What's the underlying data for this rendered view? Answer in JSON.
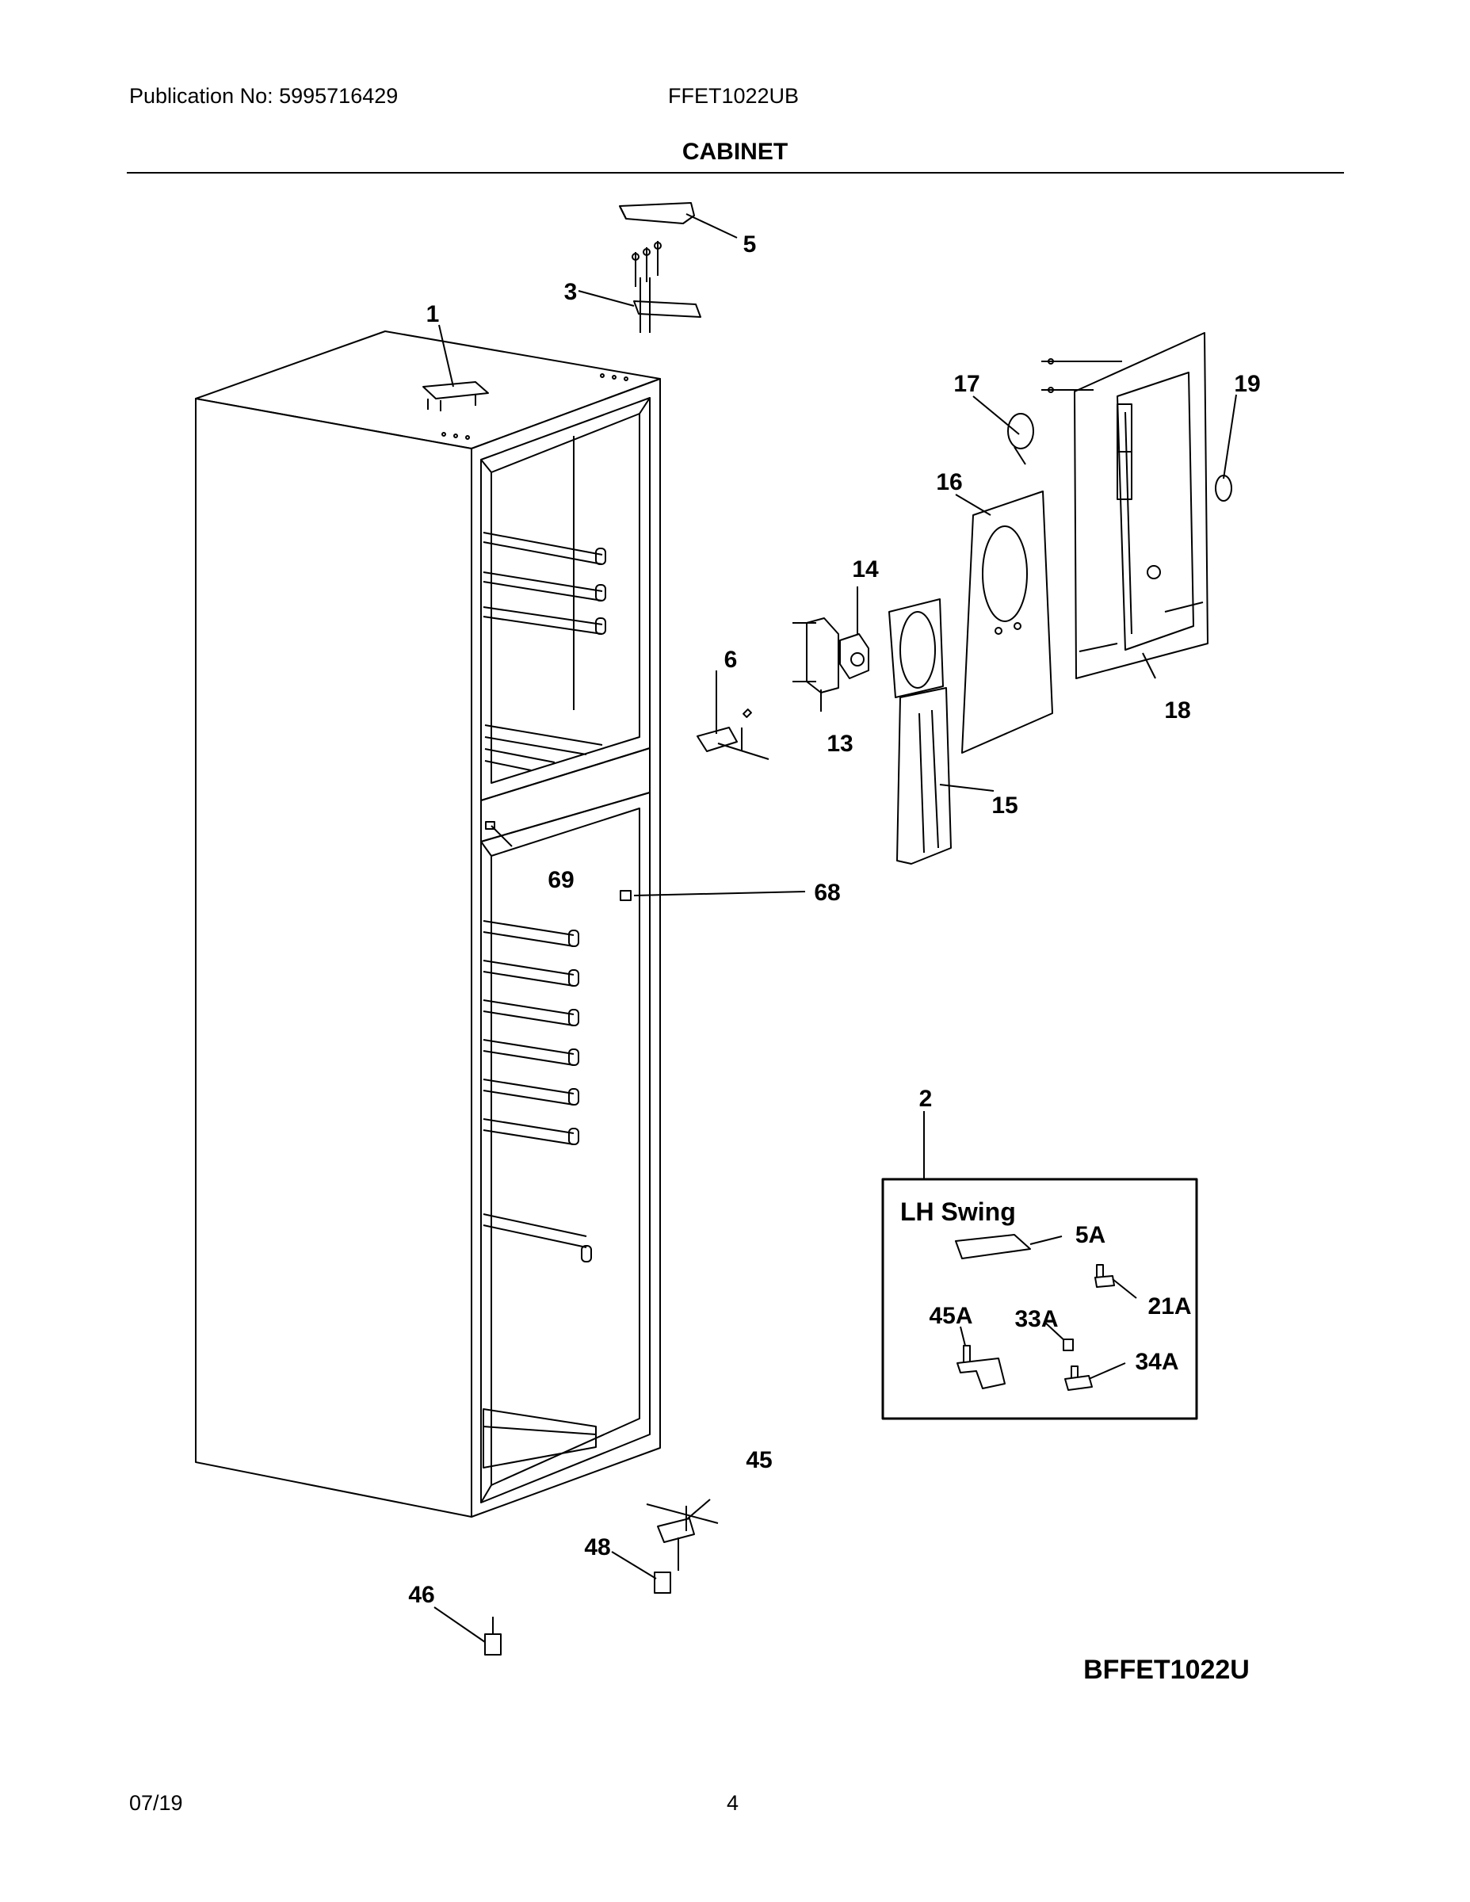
{
  "header": {
    "publication": "Publication No: 5995716429",
    "model": "FFET1022UB",
    "section_title": "CABINET"
  },
  "callouts": {
    "c1": "1",
    "c2": "2",
    "c3": "3",
    "c5": "5",
    "c6": "6",
    "c13": "13",
    "c14": "14",
    "c15": "15",
    "c16": "16",
    "c17": "17",
    "c18": "18",
    "c19": "19",
    "c45": "45",
    "c46": "46",
    "c48": "48",
    "c68": "68",
    "c69": "69"
  },
  "inset": {
    "title": "LH Swing",
    "c5a": "5A",
    "c21a": "21A",
    "c33a": "33A",
    "c34a": "34A",
    "c45a": "45A"
  },
  "diagram_code": "BFFET1022U",
  "footer": {
    "date": "07/19",
    "page": "4"
  }
}
